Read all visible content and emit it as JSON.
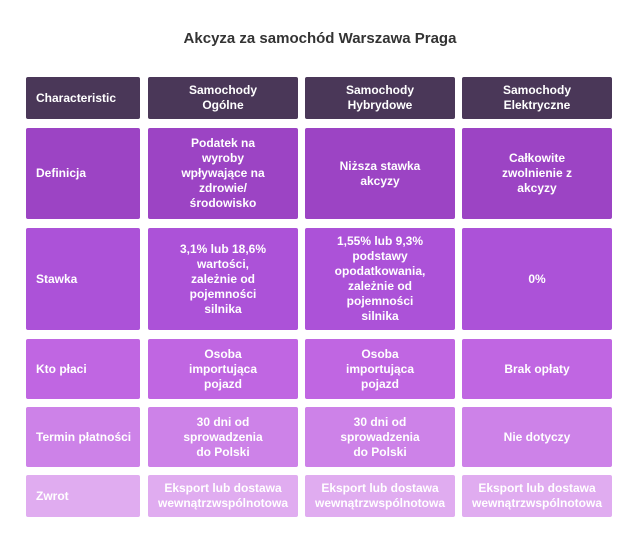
{
  "title": "Akcyza za samochód Warszawa Praga",
  "colors": {
    "header": "#4a3758",
    "row_definicja": "#9c44c4",
    "row_stawka": "#ac52d8",
    "row_kto_placi": "#c066e2",
    "row_termin": "#cd82e8",
    "row_zwrot": "#e0acf0"
  },
  "header": {
    "label": "Characteristic",
    "columns": [
      "Samochody\nOgólne",
      "Samochody\nHybrydowe",
      "Samochody\nElektryczne"
    ]
  },
  "rows": [
    {
      "label": "Definicja",
      "values": [
        "Podatek na\nwyroby\nwpływające na\nzdrowie/\nśrodowisko",
        "Niższa stawka\nakcyzy",
        "Całkowite\nzwolnienie z\nakcyzy"
      ]
    },
    {
      "label": "Stawka",
      "values": [
        "3,1% lub 18,6%\nwartości,\nzależnie od\npojemności\nsilnika",
        "1,55% lub 9,3%\npodstawy\nopodatkowania,\nzależnie od\npojemności\nsilnika",
        "0%"
      ]
    },
    {
      "label": "Kto płaci",
      "values": [
        "Osoba\nimportująca\npojazd",
        "Osoba\nimportująca\npojazd",
        "Brak opłaty"
      ]
    },
    {
      "label": "Termin płatności",
      "values": [
        "30 dni od\nsprowadzenia\ndo Polski",
        "30 dni od\nsprowadzenia\ndo Polski",
        "Nie dotyczy"
      ]
    },
    {
      "label": "Zwrot",
      "values": [
        "Eksport lub dostawa\nwewnątrzwspólnotowa",
        "Eksport lub dostawa\nwewnątrzwspólnotowa",
        "Eksport lub dostawa\nwewnątrzwspólnotowa"
      ]
    }
  ]
}
